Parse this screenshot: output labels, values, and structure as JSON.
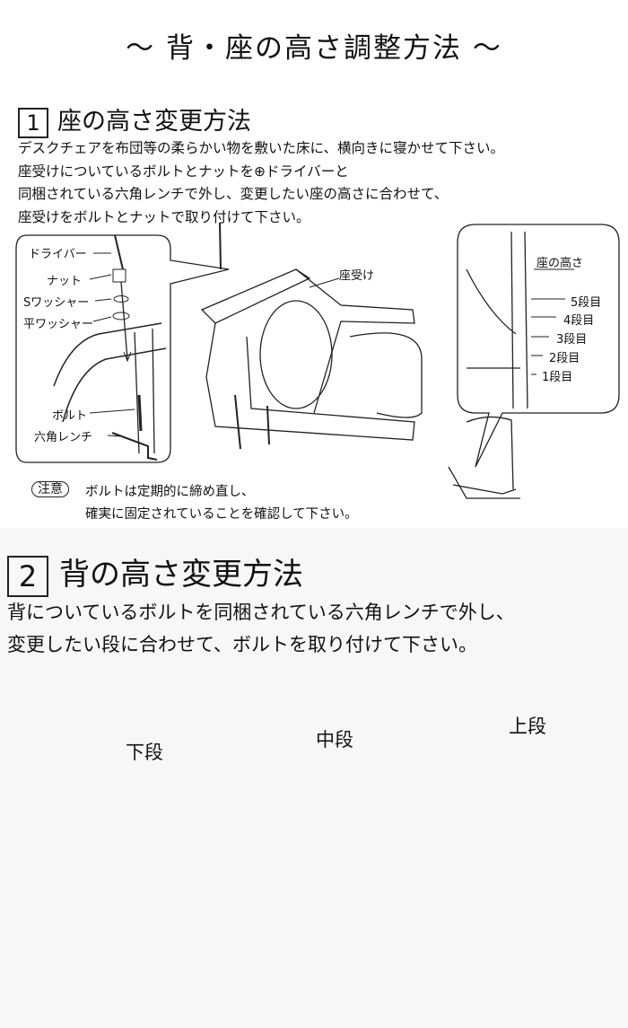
{
  "page": {
    "title": "～ 背・座の高さ調整方法 ～"
  },
  "section1": {
    "number": "1",
    "heading": "座の高さ変更方法",
    "lines": [
      "デスクチェアを布団等の柔らかい物を敷いた床に、横向きに寝かせて下さい。",
      "座受けについているボルトとナットを⊕ドライバーと",
      "同梱されている六角レンチで外し、変更したい座の高さに合わせて、",
      "座受けをボルトとナットで取り付けて下さい。"
    ],
    "parts": {
      "driver": "ドライバー",
      "nut": "ナット",
      "s_washer": "Sワッシャー",
      "flat_washer": "平ワッシャー",
      "bolt": "ボルト",
      "hex_wrench": "六角レンチ",
      "seat_holder": "座受け"
    },
    "seat_height": {
      "title": "座の高さ",
      "levels": [
        "5段目",
        "4段目",
        "3段目",
        "2段目",
        "1段目"
      ]
    },
    "note": {
      "badge": "注意",
      "lines": [
        "ボルトは定期的に締め直し、",
        "確実に固定されていることを確認して下さい。"
      ]
    }
  },
  "section2": {
    "number": "2",
    "heading": "背の高さ変更方法",
    "lines": [
      "背についているボルトを同梱されている六角レンチで外し、",
      "変更したい段に合わせて、ボルトを取り付けて下さい。"
    ],
    "levels": {
      "low": "下段",
      "mid": "中段",
      "high": "上段"
    }
  }
}
